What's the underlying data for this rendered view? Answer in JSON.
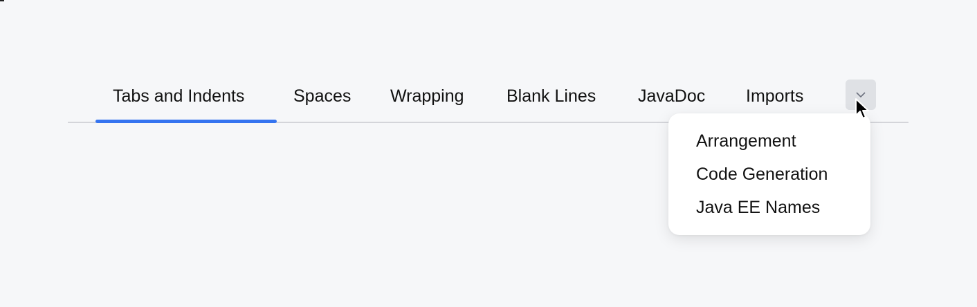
{
  "tabs": [
    {
      "label": "Tabs and Indents",
      "selected": true
    },
    {
      "label": "Spaces",
      "selected": false
    },
    {
      "label": "Wrapping",
      "selected": false
    },
    {
      "label": "Blank Lines",
      "selected": false
    },
    {
      "label": "JavaDoc",
      "selected": false
    },
    {
      "label": "Imports",
      "selected": false
    }
  ],
  "more_button": {
    "icon": "chevron-down-icon"
  },
  "overflow_menu": {
    "items": [
      {
        "label": "Arrangement"
      },
      {
        "label": "Code Generation"
      },
      {
        "label": "Java EE Names"
      }
    ]
  },
  "colors": {
    "accent": "#3574f0",
    "background": "#f6f7f9",
    "divider": "#d4d5da",
    "more_button_bg": "#dfe1e5",
    "popup_bg": "#ffffff"
  }
}
